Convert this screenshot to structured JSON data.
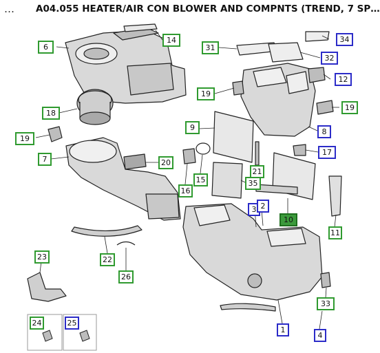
{
  "header": {
    "menu_glyph": "…",
    "title": "A04.055 HEATER/AIR CON BLOWER AND COMPNTS (TREND, 7 SP…"
  },
  "diagram": {
    "type": "exploded-parts-diagram",
    "callouts": [
      {
        "id": "c6",
        "label": "6",
        "color": "green"
      },
      {
        "id": "c14",
        "label": "14",
        "color": "green"
      },
      {
        "id": "c31",
        "label": "31",
        "color": "green"
      },
      {
        "id": "c34",
        "label": "34",
        "color": "blue"
      },
      {
        "id": "c32",
        "label": "32",
        "color": "blue"
      },
      {
        "id": "c12",
        "label": "12",
        "color": "blue"
      },
      {
        "id": "c19a",
        "label": "19",
        "color": "green"
      },
      {
        "id": "c18",
        "label": "18",
        "color": "green"
      },
      {
        "id": "c19b",
        "label": "19",
        "color": "green"
      },
      {
        "id": "c19c",
        "label": "19",
        "color": "green"
      },
      {
        "id": "c9",
        "label": "9",
        "color": "green"
      },
      {
        "id": "c8",
        "label": "8",
        "color": "blue"
      },
      {
        "id": "c17",
        "label": "17",
        "color": "blue"
      },
      {
        "id": "c7",
        "label": "7",
        "color": "green"
      },
      {
        "id": "c20",
        "label": "20",
        "color": "green"
      },
      {
        "id": "c21",
        "label": "21",
        "color": "green"
      },
      {
        "id": "c15",
        "label": "15",
        "color": "green"
      },
      {
        "id": "c16",
        "label": "16",
        "color": "green"
      },
      {
        "id": "c35",
        "label": "35",
        "color": "green"
      },
      {
        "id": "c3",
        "label": "3",
        "color": "blue"
      },
      {
        "id": "c2",
        "label": "2",
        "color": "blue"
      },
      {
        "id": "c10",
        "label": "10",
        "color": "green-filled"
      },
      {
        "id": "c11",
        "label": "11",
        "color": "green"
      },
      {
        "id": "c22",
        "label": "22",
        "color": "green"
      },
      {
        "id": "c26",
        "label": "26",
        "color": "green"
      },
      {
        "id": "c23",
        "label": "23",
        "color": "green"
      },
      {
        "id": "c24",
        "label": "24",
        "color": "green"
      },
      {
        "id": "c25",
        "label": "25",
        "color": "blue"
      },
      {
        "id": "c33",
        "label": "33",
        "color": "green"
      },
      {
        "id": "c1",
        "label": "1",
        "color": "blue"
      },
      {
        "id": "c4",
        "label": "4",
        "color": "blue"
      }
    ]
  },
  "colors": {
    "callout_green": "#2f9a2f",
    "callout_blue": "#2b2bc8",
    "callout_filled": "#3c9a3c",
    "line_art": "#222222",
    "shade": "#bdbdbd"
  }
}
